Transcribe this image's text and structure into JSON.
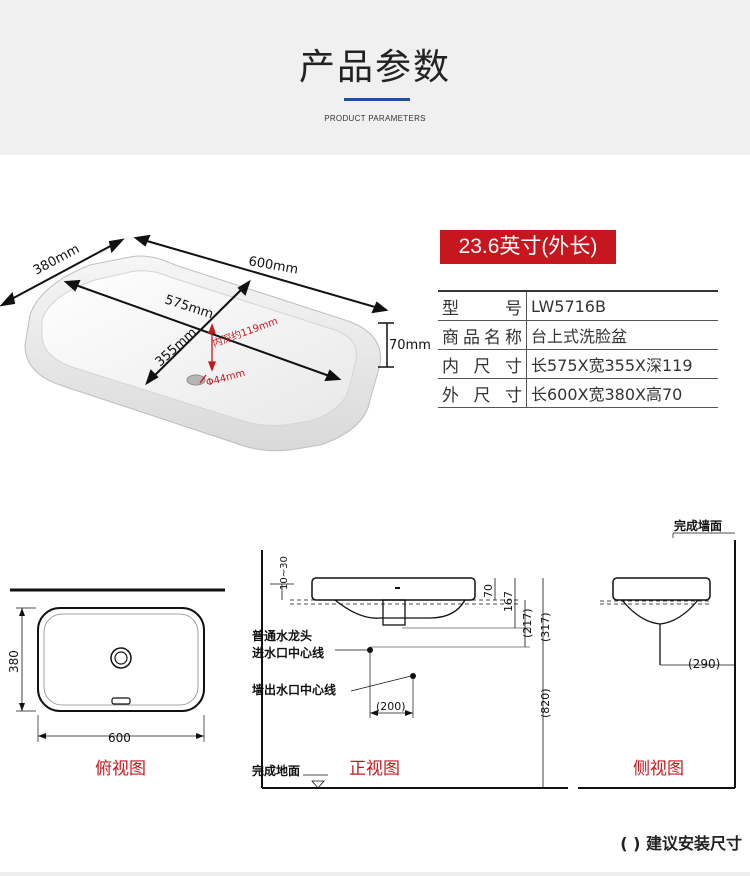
{
  "header": {
    "title": "产品参数",
    "subtitle": "PRODUCT PARAMETERS"
  },
  "photo": {
    "dim_380": "380mm",
    "dim_600": "600mm",
    "dim_575": "575mm",
    "dim_355": "355mm",
    "dim_70": "70mm",
    "inner_depth": "内深约119mm",
    "drain_dia": "Φ44mm"
  },
  "size_badge": "23.6英寸(外长)",
  "spec_rows": [
    {
      "key": "型号",
      "value": "LW5716B"
    },
    {
      "key": "商品名称",
      "value": "台上式洗脸盆"
    },
    {
      "key": "内尺寸",
      "value": "长575X宽355X深119"
    },
    {
      "key": "外尺寸",
      "value": "长600X宽380X高70"
    }
  ],
  "top_view": {
    "dim_w": "600",
    "dim_h": "380",
    "caption": "俯视图"
  },
  "front_view": {
    "dim_10_30": "10~30",
    "dim_70": "70",
    "dim_167": "167",
    "dim_217": "(217)",
    "dim_317": "(317)",
    "dim_820": "(820)",
    "dim_200": "(200)",
    "label_faucet_1": "普通水龙头",
    "label_faucet_2": "进水口中心线",
    "label_wall_outlet": "墙出水口中心线",
    "label_floor": "完成地面",
    "caption": "正视图"
  },
  "side_view": {
    "label_wall": "完成墙面",
    "dim_290": "(290)",
    "caption": "侧视图"
  },
  "note": "( ) 建议安装尺寸",
  "colors": {
    "accent_red": "#c6171e",
    "header_bg": "#f0f0f0",
    "title_bar_blue": "#1f4fa0"
  }
}
